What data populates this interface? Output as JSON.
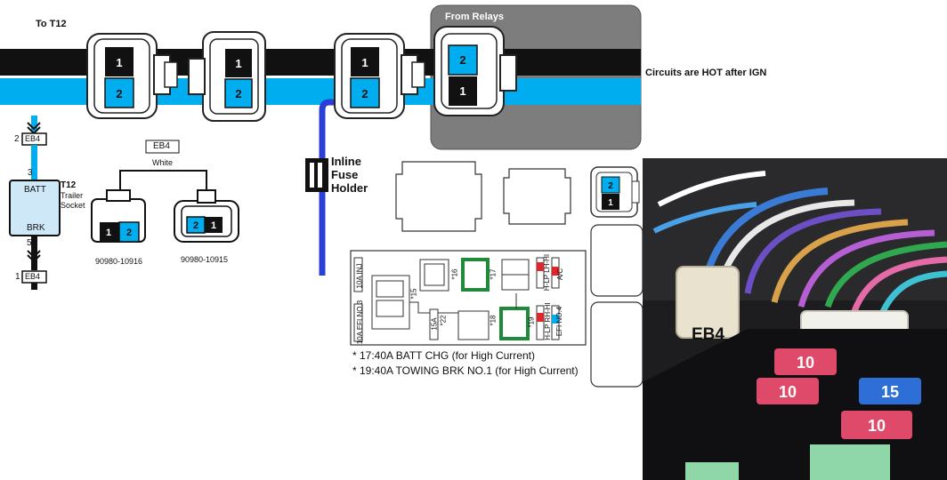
{
  "header": {
    "to_label": "To  T12"
  },
  "relays": {
    "title": "From Relays",
    "note": "Circuits are HOT after IGN"
  },
  "connectors": {
    "eb4_top": "EB4",
    "eb4_bottom": "EB4",
    "eb4_legend_title": "EB4",
    "eb4_legend_color": "White",
    "part_left": "90980-10916",
    "part_right": "90980-10915",
    "pin_1": "1",
    "pin_2": "2"
  },
  "t12": {
    "id": "T12",
    "line1": "Trailer",
    "line2": "Socket",
    "batt": "BATT",
    "brk": "BRK",
    "pin_top": "3",
    "pin_bottom": "5",
    "lead_top": "2",
    "lead_bottom": "1"
  },
  "inline_fuse": {
    "line1": "Inline",
    "line2": "Fuse",
    "line3": "Holder"
  },
  "fuse_box": {
    "left_top_label": "10A INJ",
    "left_bottom_label": "10A EFI NO.3",
    "mid_bottom_label": "15A",
    "star_15": "*15",
    "star_16": "*16",
    "star_17": "*17",
    "star_18": "*18",
    "star_19": "*19",
    "star_22": "*22",
    "right_top_a": "H-LP LH-HI",
    "right_top_b": "A/C",
    "right_bottom_a": "H-LP RH-HI",
    "right_bottom_b": "EFI NO.4"
  },
  "notes": {
    "note1": "* 17:40A BATT CHG (for High Current)",
    "note2": "* 19:40A TOWING BRK NO.1 (for High Current)"
  },
  "photo": {
    "label": "EB4",
    "fuse_a": "10",
    "fuse_b": "10",
    "fuse_c": "15",
    "fuse_d": "10"
  },
  "colors": {
    "wire_black": "#111111",
    "wire_blue": "#00aeef",
    "wire_dark_blue": "#2b3fd6",
    "relay_panel": "#7d7d7d",
    "fuse_green": "#1e8a3a",
    "fuse_red": "#e0262b"
  }
}
